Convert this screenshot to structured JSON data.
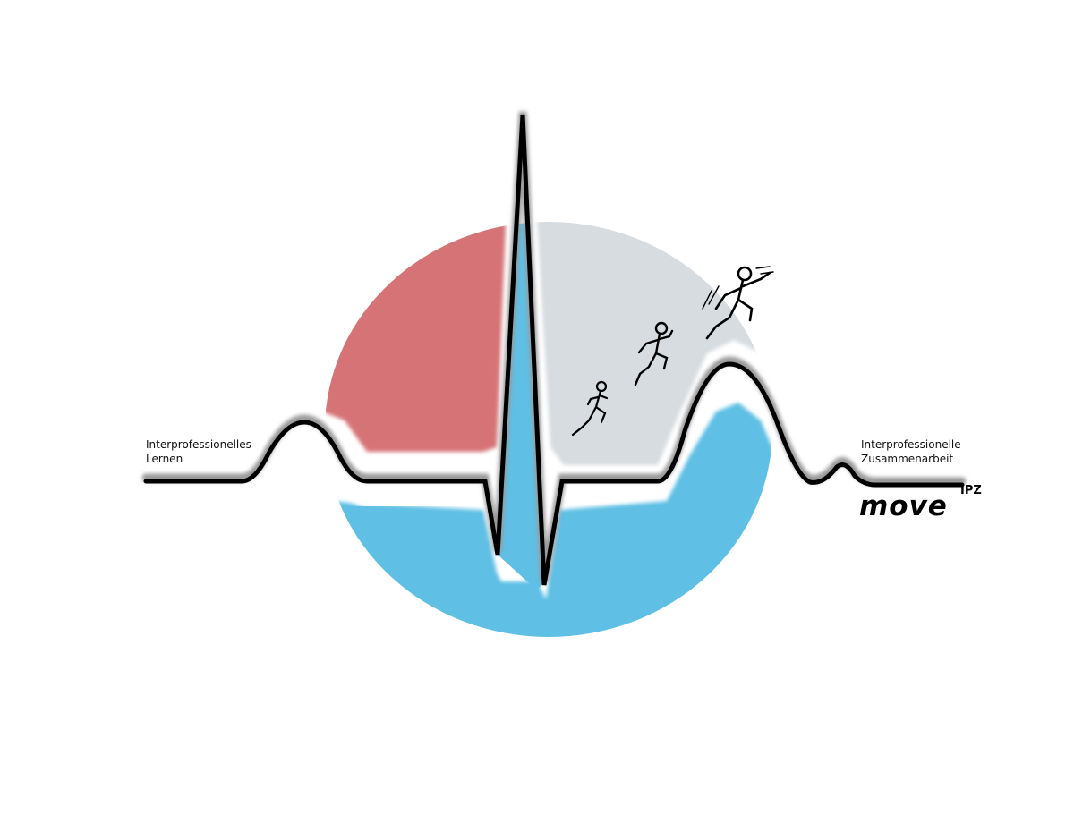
{
  "logo": {
    "left_label": {
      "line1": "Interprofessionelles",
      "line2": "Lernen"
    },
    "right_label": {
      "line1": "Interprofessionelle",
      "line2": "Zusammenarbeit"
    },
    "brand": {
      "name": "move",
      "superscript": "IPZ"
    },
    "colors": {
      "red_segment": "#d67377",
      "grey_segment": "#d7dce0",
      "blue_segment": "#5fbfe4",
      "ecg_line": "#000000",
      "background": "#ffffff"
    },
    "icons": [
      "ecg-heartbeat-line",
      "running-figure",
      "running-figure",
      "running-figure-fast"
    ]
  }
}
